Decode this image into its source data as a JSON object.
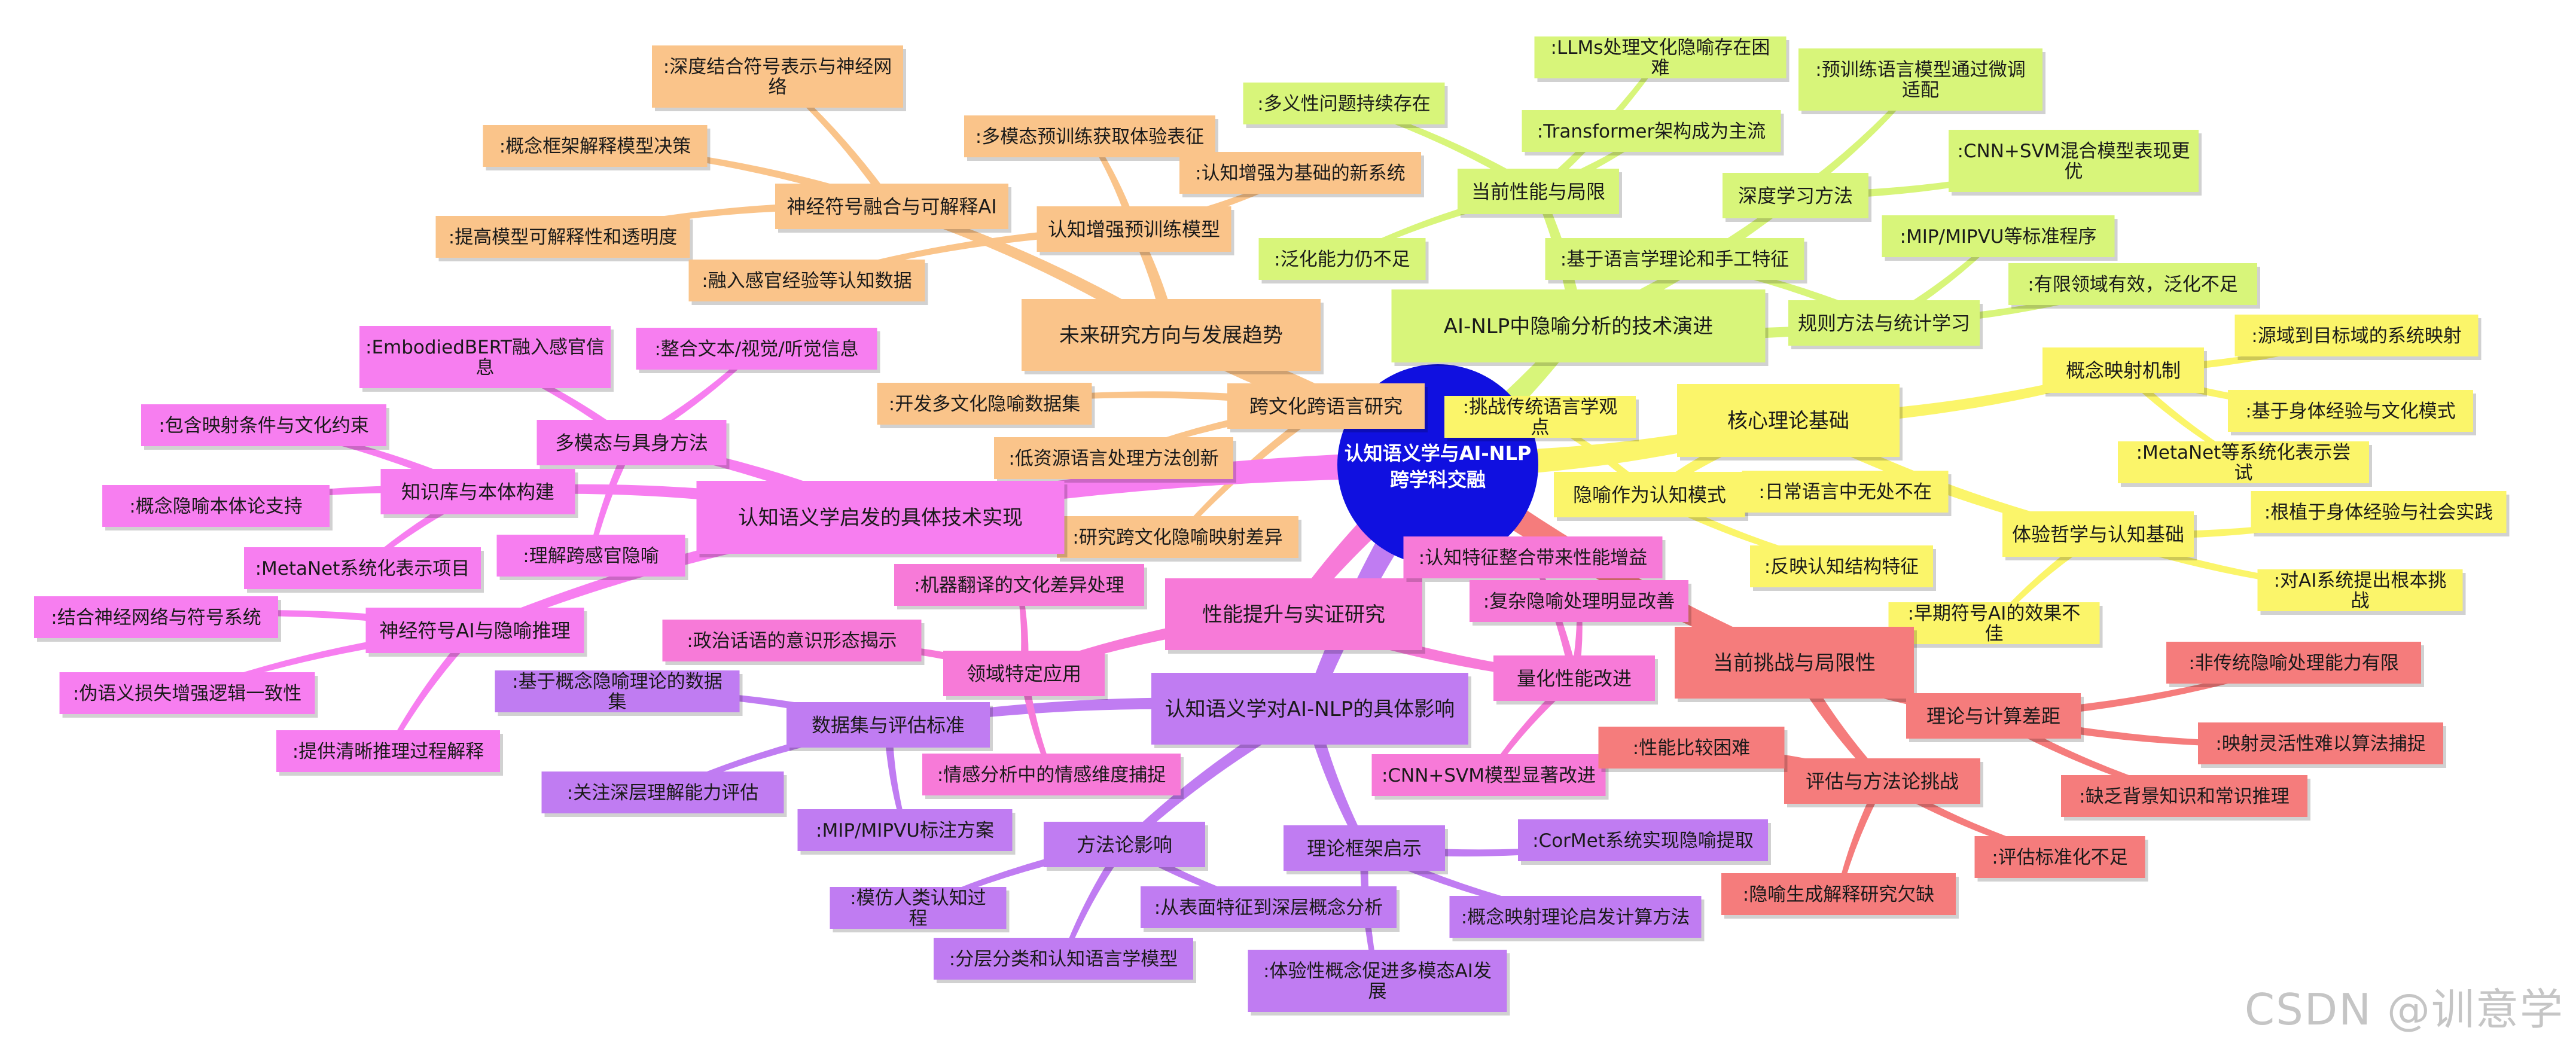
{
  "watermark": "CSDN @训意学",
  "colors": {
    "center": "#1010e0",
    "orange": "#fac48a",
    "green": "#d8f57a",
    "yellow": "#fbf56a",
    "magenta": "#f77ef0",
    "purple": "#c07cf2",
    "pink": "#f77ad8",
    "red": "#f57c7c"
  },
  "center": {
    "line1": "认知语义学与AI-NLP",
    "line2": "跨学科交融"
  },
  "branches": [
    {
      "key": "future",
      "color": "orange",
      "label": "未来研究方向与发展趋势",
      "children": [
        {
          "key": "neuro",
          "label": "神经符号融合与可解释AI",
          "children": [
            {
              "key": "f1",
              "label": ":深度结合符号表示与神经网络"
            },
            {
              "key": "f2",
              "label": ":概念框架解释模型决策"
            },
            {
              "key": "f3",
              "label": ":提高模型可解释性和透明度"
            }
          ]
        },
        {
          "key": "cog",
          "label": "认知增强预训练模型",
          "children": [
            {
              "key": "f4",
              "label": ":多模态预训练获取体验表征"
            },
            {
              "key": "f5",
              "label": ":认知增强为基础的新系统"
            },
            {
              "key": "f6",
              "label": ":融入感官经验等认知数据"
            }
          ]
        },
        {
          "key": "cross",
          "label": "跨文化跨语言研究",
          "children": [
            {
              "key": "f7",
              "label": ":开发多文化隐喻数据集"
            },
            {
              "key": "f8",
              "label": ":低资源语言处理方法创新"
            },
            {
              "key": "f9",
              "label": ":研究跨文化隐喻映射差异"
            }
          ]
        }
      ]
    },
    {
      "key": "tech",
      "color": "green",
      "label": "AI-NLP中隐喻分析的技术演进",
      "children": [
        {
          "key": "perf",
          "label": "当前性能与局限",
          "children": [
            {
              "key": "g1",
              "label": ":多义性问题持续存在"
            },
            {
              "key": "g2",
              "label": ":LLMs处理文化隐喻存在困难"
            },
            {
              "key": "g3",
              "label": ":Transformer架构成为主流"
            },
            {
              "key": "g4",
              "label": ":泛化能力仍不足"
            }
          ]
        },
        {
          "key": "deep",
          "label": "深度学习方法",
          "children": [
            {
              "key": "g5",
              "label": ":预训练语言模型通过微调适配"
            },
            {
              "key": "g6",
              "label": ":CNN+SVM混合模型表现更优"
            }
          ]
        },
        {
          "key": "rule",
          "label": "规则方法与统计学习",
          "children": [
            {
              "key": "g7",
              "label": ":基于语言学理论和手工特征"
            },
            {
              "key": "g8",
              "label": ":MIP/MIPVU等标准程序"
            },
            {
              "key": "g9",
              "label": ":有限领域有效，泛化不足"
            }
          ]
        }
      ]
    },
    {
      "key": "core",
      "color": "yellow",
      "label": "核心理论基础",
      "children": [
        {
          "key": "cmap",
          "label": "概念映射机制",
          "children": [
            {
              "key": "y1",
              "label": ":源域到目标域的系统映射"
            },
            {
              "key": "y2",
              "label": ":基于身体经验与文化模式"
            },
            {
              "key": "y3",
              "label": ":MetaNet等系统化表示尝试"
            }
          ]
        },
        {
          "key": "mcog",
          "label": "隐喻作为认知模式",
          "children": [
            {
              "key": "y4",
              "label": ":挑战传统语言学观点"
            },
            {
              "key": "y5",
              "label": ":日常语言中无处不在"
            },
            {
              "key": "y6",
              "label": ":反映认知结构特征"
            }
          ]
        },
        {
          "key": "emb",
          "label": "体验哲学与认知基础",
          "children": [
            {
              "key": "y7",
              "label": ":根植于身体经验与社会实践"
            },
            {
              "key": "y8",
              "label": ":对AI系统提出根本挑战"
            },
            {
              "key": "y9",
              "label": ":早期符号AI的效果不佳"
            }
          ]
        }
      ]
    },
    {
      "key": "apps",
      "color": "magenta",
      "label": "认知语义学启发的具体技术实现",
      "children": [
        {
          "key": "mm",
          "label": "多模态与具身方法",
          "children": [
            {
              "key": "m1",
              "label": ":EmbodiedBERT融入感官信息"
            },
            {
              "key": "m2",
              "label": ":整合文本/视觉/听觉信息"
            },
            {
              "key": "m3",
              "label": ":理解跨感官隐喻"
            }
          ]
        },
        {
          "key": "kb",
          "label": "知识库与本体构建",
          "children": [
            {
              "key": "m4",
              "label": ":包含映射条件与文化约束"
            },
            {
              "key": "m5",
              "label": ":概念隐喻本体论支持"
            },
            {
              "key": "m6",
              "label": ":MetaNet系统化表示项目"
            }
          ]
        },
        {
          "key": "ns",
          "label": "神经符号AI与隐喻推理",
          "children": [
            {
              "key": "m7",
              "label": ":结合神经网络与符号系统"
            },
            {
              "key": "m8",
              "label": ":伪语义损失增强逻辑一致性"
            },
            {
              "key": "m9",
              "label": ":提供清晰推理过程解释"
            }
          ]
        }
      ]
    },
    {
      "key": "impact",
      "color": "purple",
      "label": "认知语义学对AI-NLP的具体影响",
      "children": [
        {
          "key": "ds",
          "label": "数据集与评估标准",
          "children": [
            {
              "key": "p1",
              "label": ":基于概念隐喻理论的数据集"
            },
            {
              "key": "p2",
              "label": ":关注深层理解能力评估"
            },
            {
              "key": "p3",
              "label": ":MIP/MIPVU标注方案"
            }
          ]
        },
        {
          "key": "meth",
          "label": "方法论影响",
          "children": [
            {
              "key": "p4",
              "label": ":模仿人类认知过程"
            },
            {
              "key": "p5",
              "label": ":分层分类和认知语言学模型"
            },
            {
              "key": "p6",
              "label": ":从表面特征到深层概念分析"
            }
          ]
        },
        {
          "key": "theo",
          "label": "理论框架启示",
          "children": [
            {
              "key": "p7",
              "label": ":CorMet系统实现隐喻提取"
            },
            {
              "key": "p8",
              "label": ":概念映射理论启发计算方法"
            },
            {
              "key": "p9",
              "label": ":体验性概念促进多模态AI发展"
            }
          ]
        }
      ]
    },
    {
      "key": "empir",
      "color": "pink",
      "label": "性能提升与实证研究",
      "children": [
        {
          "key": "dom",
          "label": "领域特定应用",
          "children": [
            {
              "key": "k1",
              "label": ":机器翻译的文化差异处理"
            },
            {
              "key": "k2",
              "label": ":政治话语的意识形态揭示"
            },
            {
              "key": "k3",
              "label": ":情感分析中的情感维度捕捉"
            }
          ]
        },
        {
          "key": "quant",
          "label": "量化性能改进",
          "children": [
            {
              "key": "k4",
              "label": ":认知特征整合带来性能增益"
            },
            {
              "key": "k5",
              "label": ":复杂隐喻处理明显改善"
            },
            {
              "key": "k6",
              "label": ":CNN+SVM模型显著改进"
            }
          ]
        }
      ]
    },
    {
      "key": "chal",
      "color": "red",
      "label": "当前挑战与局限性",
      "children": [
        {
          "key": "gap",
          "label": "理论与计算差距",
          "children": [
            {
              "key": "r1",
              "label": ":非传统隐喻处理能力有限"
            },
            {
              "key": "r2",
              "label": ":映射灵活性难以算法捕捉"
            },
            {
              "key": "r3",
              "label": ":缺乏背景知识和常识推理"
            }
          ]
        },
        {
          "key": "evalc",
          "label": "评估与方法论挑战",
          "children": [
            {
              "key": "r4",
              "label": ":性能比较困难"
            },
            {
              "key": "r5",
              "label": ":评估标准化不足"
            },
            {
              "key": "r6",
              "label": ":隐喻生成解释研究欠缺"
            }
          ]
        }
      ]
    }
  ]
}
